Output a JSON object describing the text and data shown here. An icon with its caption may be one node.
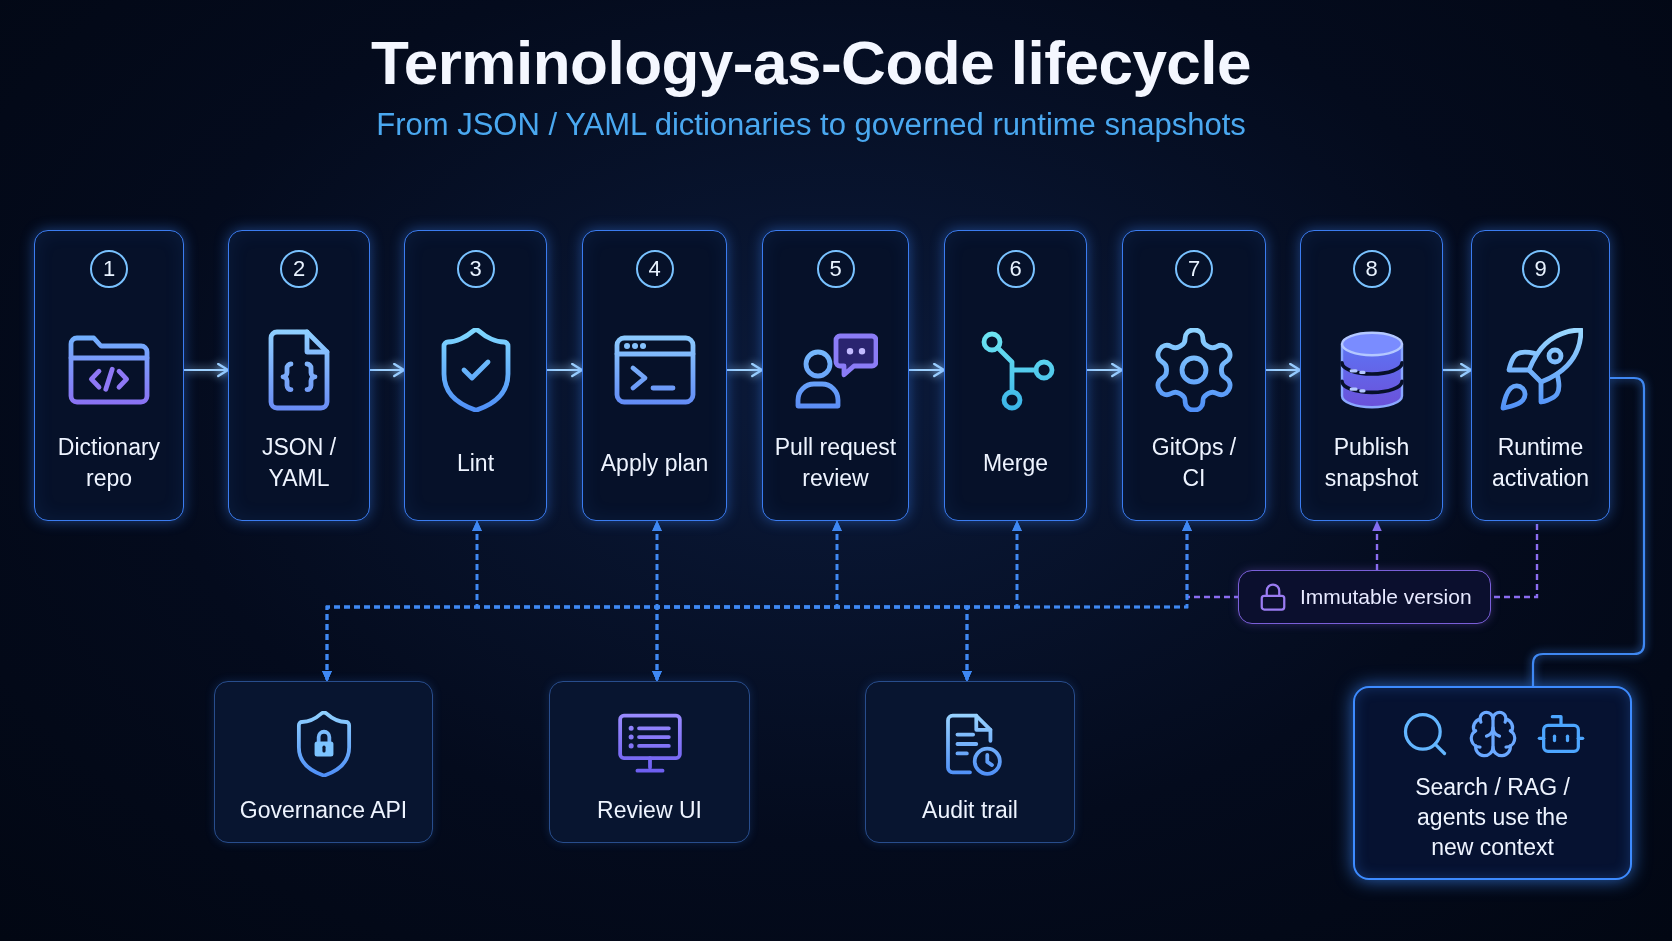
{
  "diagram": {
    "title": "Terminology-as-Code lifecycle",
    "nodes": [
      {
        "text": [
          "1",
          "Dictionary repo"
        ]
      },
      {
        "text": [
          "2",
          "JSON / YAML"
        ]
      },
      {
        "text": [
          "3",
          "Lint"
        ]
      },
      {
        "text": [
          "4",
          "Apply plan"
        ]
      },
      {
        "text": [
          "5",
          "Pull request review"
        ]
      },
      {
        "text": [
          "6",
          "Merge"
        ]
      },
      {
        "text": [
          "7",
          "GitOps / CI"
        ]
      },
      {
        "text": [
          "8",
          "Publish snapshot"
        ]
      },
      {
        "text": [
          "9",
          "Runtime activation"
        ]
      },
      {
        "text": [
          "Immutable version"
        ]
      },
      {
        "text": [
          "Governance API"
        ]
      },
      {
        "text": [
          "Review UI"
        ]
      },
      {
        "text": [
          "Audit trail"
        ]
      },
      {
        "text": [
          "Search / RAG / agents use the new context"
        ]
      }
    ],
    "edges": [
      {
        "from": 0,
        "to": 1,
        "arrow": "to",
        "color": "#9fd2ff"
      },
      {
        "from": 1,
        "to": 2,
        "arrow": "to",
        "color": "#9fd2ff"
      },
      {
        "from": 2,
        "to": 3,
        "arrow": "to",
        "color": "#9fd2ff"
      },
      {
        "from": 3,
        "to": 4,
        "arrow": "to",
        "color": "#9fd2ff"
      },
      {
        "from": 4,
        "to": 5,
        "arrow": "to",
        "color": "#9fd2ff"
      },
      {
        "from": 5,
        "to": 6,
        "arrow": "to",
        "color": "#9fd2ff"
      },
      {
        "from": 6,
        "to": 7,
        "arrow": "to",
        "color": "#9fd2ff"
      },
      {
        "from": 7,
        "to": 8,
        "arrow": "to",
        "color": "#9fd2ff"
      },
      {
        "from": 8,
        "to": 13,
        "arrow": "none"
      },
      {
        "from": 10,
        "to": 2,
        "arrow": "both",
        "style": "dashed"
      },
      {
        "from": 10,
        "to": 3,
        "arrow": "both",
        "style": "dashed"
      },
      {
        "from": 10,
        "to": 4,
        "arrow": "both",
        "style": "dashed"
      },
      {
        "from": 10,
        "to": 5,
        "arrow": "both",
        "style": "dashed"
      },
      {
        "from": 10,
        "to": 6,
        "arrow": "both",
        "style": "dashed"
      },
      {
        "from": 11,
        "to": 2,
        "arrow": "both",
        "style": "dashed"
      },
      {
        "from": 11,
        "to": 3,
        "arrow": "both",
        "style": "dashed"
      },
      {
        "from": 11,
        "to": 4,
        "arrow": "both",
        "style": "dashed"
      },
      {
        "from": 11,
        "to": 5,
        "arrow": "both",
        "style": "dashed"
      },
      {
        "from": 11,
        "to": 6,
        "arrow": "both",
        "style": "dashed"
      },
      {
        "from": 12,
        "to": 2,
        "arrow": "both",
        "style": "dashed"
      },
      {
        "from": 12,
        "to": 3,
        "arrow": "both",
        "style": "dashed"
      },
      {
        "from": 12,
        "to": 4,
        "arrow": "both",
        "style": "dashed"
      },
      {
        "from": 12,
        "to": 5,
        "arrow": "both",
        "style": "dashed"
      },
      {
        "from": 12,
        "to": 6,
        "arrow": "both",
        "style": "dashed"
      },
      {
        "from": 9,
        "to": 6,
        "arrow": "to",
        "style": "dashed",
        "color": "#8a6cf0"
      },
      {
        "from": 9,
        "to": 7,
        "arrow": "to",
        "style": "dashed",
        "color": "#8a6cf0"
      },
      {
        "from": 9,
        "to": 8,
        "arrow": "none",
        "style": "dashed",
        "color": "#8a6cf0"
      }
    ],
    "labels": [
      "From JSON / YAML dictionaries to governed runtime snapshots"
    ]
  }
}
